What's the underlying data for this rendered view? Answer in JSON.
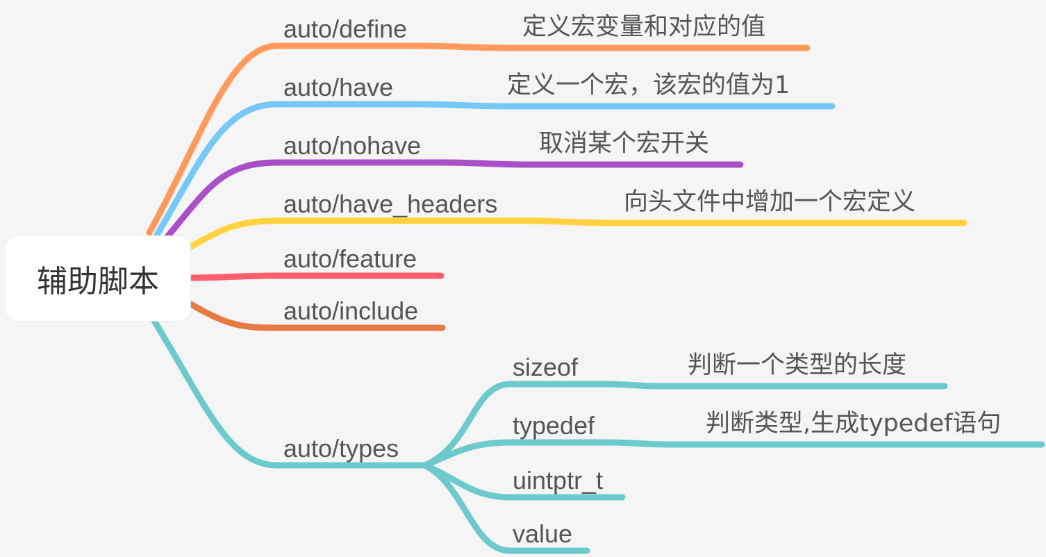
{
  "root": {
    "label": "辅助脚本"
  },
  "colors": {
    "define": "#FF9A5C",
    "have": "#76C8F8",
    "nohave": "#A94FC8",
    "have_headers": "#FFD23F",
    "feature": "#FF5E6E",
    "include": "#E57A42",
    "types": "#6CCACC"
  },
  "branches": [
    {
      "key": "define",
      "label": "auto/define",
      "desc": "定义宏变量和对应的值"
    },
    {
      "key": "have",
      "label": "auto/have",
      "desc": "定义一个宏，该宏的值为1"
    },
    {
      "key": "nohave",
      "label": "auto/nohave",
      "desc": "取消某个宏开关"
    },
    {
      "key": "have_headers",
      "label": "auto/have_headers",
      "desc": "向头文件中增加一个宏定义"
    },
    {
      "key": "feature",
      "label": "auto/feature"
    },
    {
      "key": "include",
      "label": "auto/include"
    },
    {
      "key": "types",
      "label": "auto/types",
      "children": [
        {
          "label": "sizeof",
          "desc": "判断一个类型的长度"
        },
        {
          "label": "typedef",
          "desc": "判断类型,生成typedef语句"
        },
        {
          "label": "uintptr_t"
        },
        {
          "label": "value"
        }
      ]
    }
  ]
}
